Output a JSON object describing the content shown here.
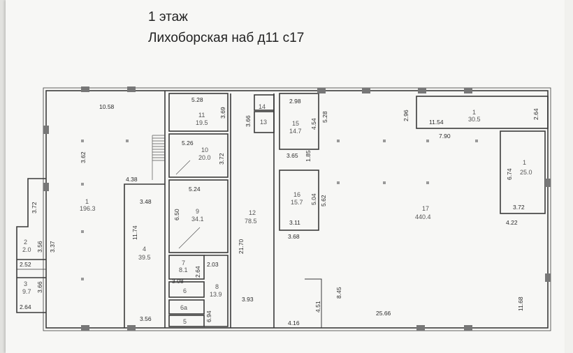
{
  "header": {
    "floor": "1 этаж",
    "address": "Лихоборская наб д11 с17"
  },
  "rooms": [
    {
      "id": "r1",
      "number": "1",
      "area": "196.3"
    },
    {
      "id": "r2",
      "number": "2",
      "area": "2.0"
    },
    {
      "id": "r3",
      "number": "3",
      "area": "9.7"
    },
    {
      "id": "r4",
      "number": "4",
      "area": "39.5"
    },
    {
      "id": "r5",
      "number": "5",
      "area": ""
    },
    {
      "id": "r6",
      "number": "6",
      "area": ""
    },
    {
      "id": "r6a",
      "number": "6а",
      "area": ""
    },
    {
      "id": "r7",
      "number": "7",
      "area": "8.1"
    },
    {
      "id": "r8",
      "number": "8",
      "area": "13.9"
    },
    {
      "id": "r9",
      "number": "9",
      "area": "34.1"
    },
    {
      "id": "r10",
      "number": "10",
      "area": "20.0"
    },
    {
      "id": "r11",
      "number": "11",
      "area": "19.5"
    },
    {
      "id": "r12",
      "number": "12",
      "area": "78.5"
    },
    {
      "id": "r13",
      "number": "13",
      "area": ""
    },
    {
      "id": "r14",
      "number": "14",
      "area": ""
    },
    {
      "id": "r15",
      "number": "15",
      "area": "14.7"
    },
    {
      "id": "r16",
      "number": "16",
      "area": "15.7"
    },
    {
      "id": "r17",
      "number": "17",
      "area": "440.4"
    },
    {
      "id": "r1b",
      "number": "1",
      "area": "30.5"
    },
    {
      "id": "r1c",
      "number": "1",
      "area": "25.0"
    }
  ],
  "dimensions": [
    "10.58",
    "3.62",
    "4.38",
    "3.48",
    "11.74",
    "3.72",
    "3.56",
    "2.52",
    "3.37",
    "3.66",
    "2.64",
    "3.56",
    "5.28",
    "3.69",
    "5.26",
    "3.72",
    "5.24",
    "6.50",
    "3.08",
    "2.64",
    "2.03",
    "6.94",
    "3.66",
    "21.70",
    "3.93",
    "2.98",
    "4.54",
    "5.28",
    "3.65",
    "1.85",
    "5.04",
    "5.62",
    "3.11",
    "3.68",
    "2.96",
    "11.54",
    "2.64",
    "7.90",
    "6.74",
    "3.72",
    "4.22",
    "8.45",
    "4.51",
    "4.16",
    "25.66",
    "11.68"
  ]
}
